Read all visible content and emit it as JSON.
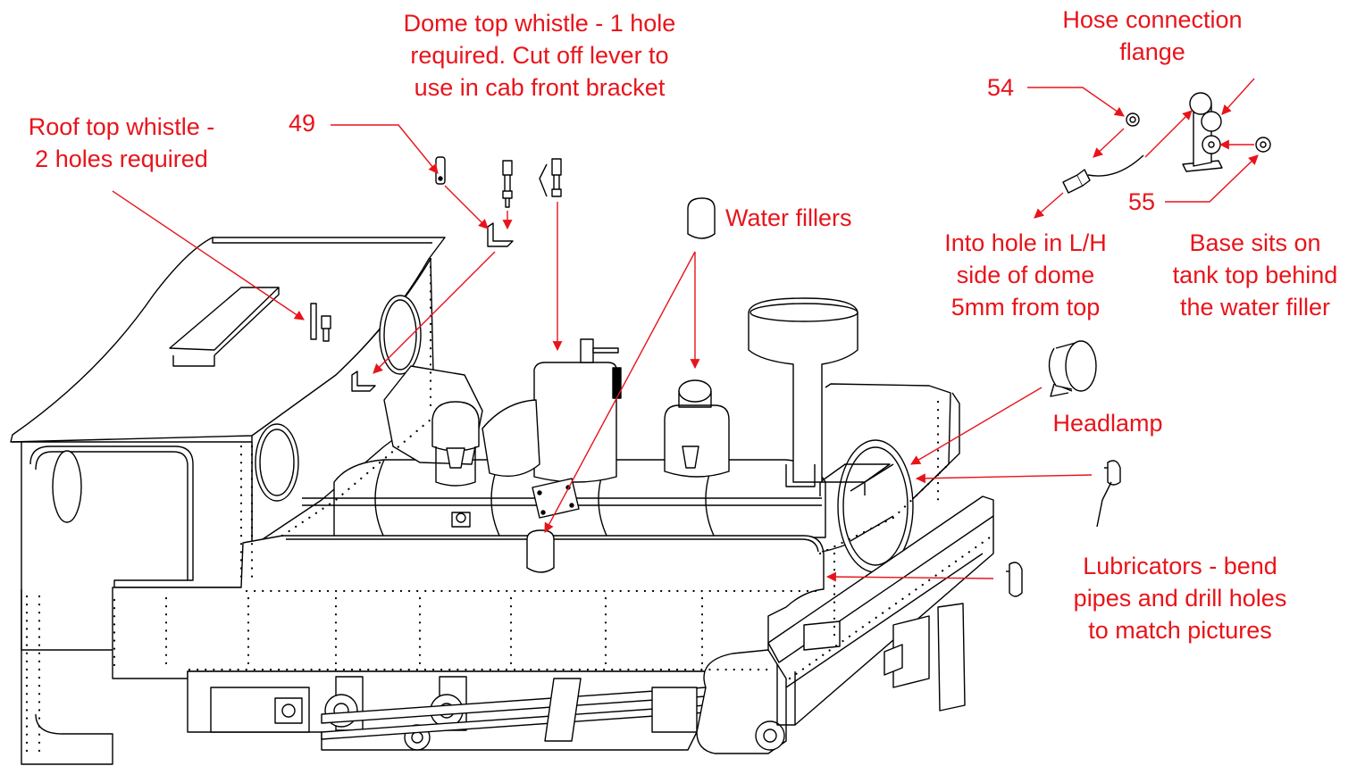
{
  "colors": {
    "annotation": "#e8141b",
    "drawing": "#000000",
    "background": "#ffffff"
  },
  "labels": {
    "dome_whistle": [
      "Dome top whistle - 1 hole",
      "required.  Cut off lever to",
      "use in cab front bracket"
    ],
    "roof_whistle": [
      "Roof top whistle -",
      "2 holes required"
    ],
    "part_49": "49",
    "water_fillers": "Water fillers",
    "hose_flange": [
      "Hose connection",
      "flange"
    ],
    "part_54": "54",
    "part_55": "55",
    "into_hole": [
      "Into hole in L/H",
      "side of dome",
      "5mm from top"
    ],
    "base_sits": [
      "Base sits on",
      "tank top behind",
      "the water filler"
    ],
    "headlamp": "Headlamp",
    "lubricators": [
      "Lubricators - bend",
      "pipes and drill holes",
      "to match pictures"
    ]
  }
}
